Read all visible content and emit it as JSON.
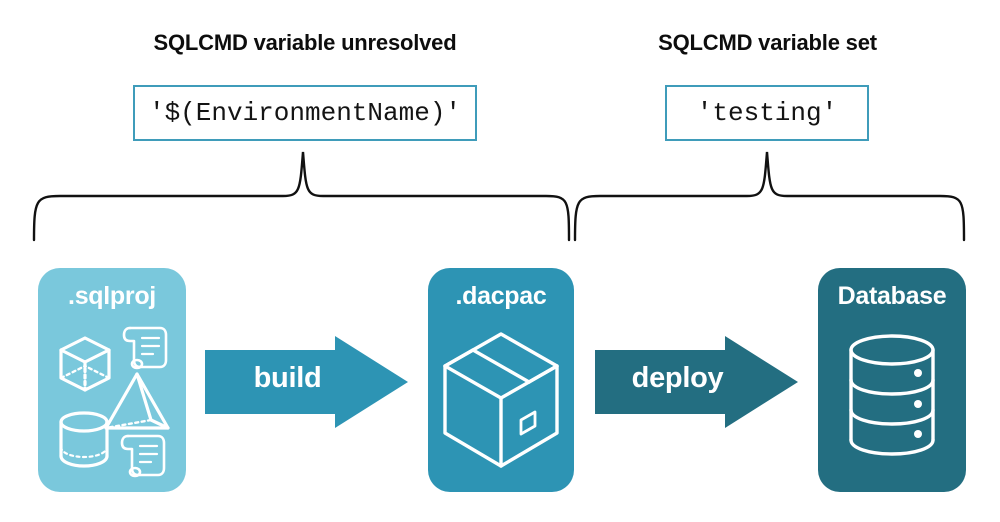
{
  "diagram": {
    "title_left": "SQLCMD variable unresolved",
    "title_right": "SQLCMD variable set",
    "value_left": "'$(EnvironmentName)'",
    "value_right": "'testing'",
    "stages": [
      {
        "label": ".sqlproj",
        "color": "#7ac8dc",
        "art": "sqlproj-shapes-icon"
      },
      {
        "label": ".dacpac",
        "color": "#2d94b4",
        "art": "package-box-icon"
      },
      {
        "label": "Database",
        "color": "#236e81",
        "art": "database-cylinder-icon"
      }
    ],
    "arrows": [
      {
        "label": "build",
        "color": "#2d94b4"
      },
      {
        "label": "deploy",
        "color": "#236e81"
      }
    ],
    "colors": {
      "light_teal": "#7ac8dc",
      "mid_teal": "#2d94b4",
      "dark_teal": "#236e81",
      "box_border": "#3f9cba",
      "text_dark": "#0d0d0d",
      "white": "#ffffff"
    },
    "brace_left_label": "brace-spanning-sqlproj-to-dacpac",
    "brace_right_label": "brace-spanning-dacpac-to-database"
  }
}
